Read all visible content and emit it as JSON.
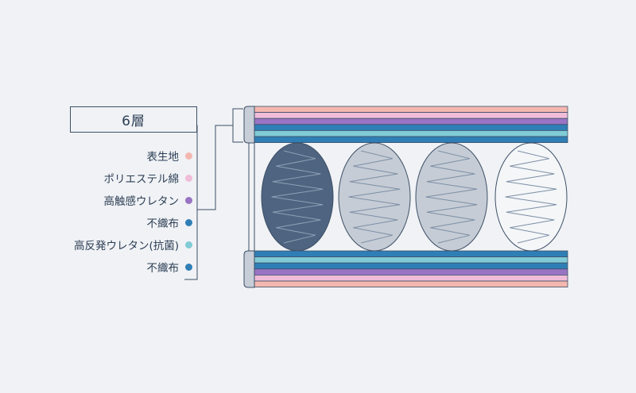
{
  "title": "6層",
  "legend": [
    {
      "label": "表生地",
      "color": "#f4b7b0"
    },
    {
      "label": "ポリエステル綿",
      "color": "#f1bcd8"
    },
    {
      "label": "高触感ウレタン",
      "color": "#9a74c4"
    },
    {
      "label": "不織布",
      "color": "#2f7fb6"
    },
    {
      "label": "高反発ウレタン(抗菌)",
      "color": "#80cbd6"
    },
    {
      "label": "不織布",
      "color": "#2f7fb6"
    }
  ],
  "layer_colors": {
    "outer_fabric": "#f4b7b0",
    "polyester": "#f1bcd8",
    "high_touch_urethane": "#9a74c4",
    "nonwoven": "#2f7fb6",
    "high_resilience_urethane": "#80cbd6"
  },
  "coil_fills": [
    "#4f6480",
    "#c5ccd5",
    "#c5ccd5",
    "#f4f6f8"
  ],
  "outline_color": "#3d4f66"
}
